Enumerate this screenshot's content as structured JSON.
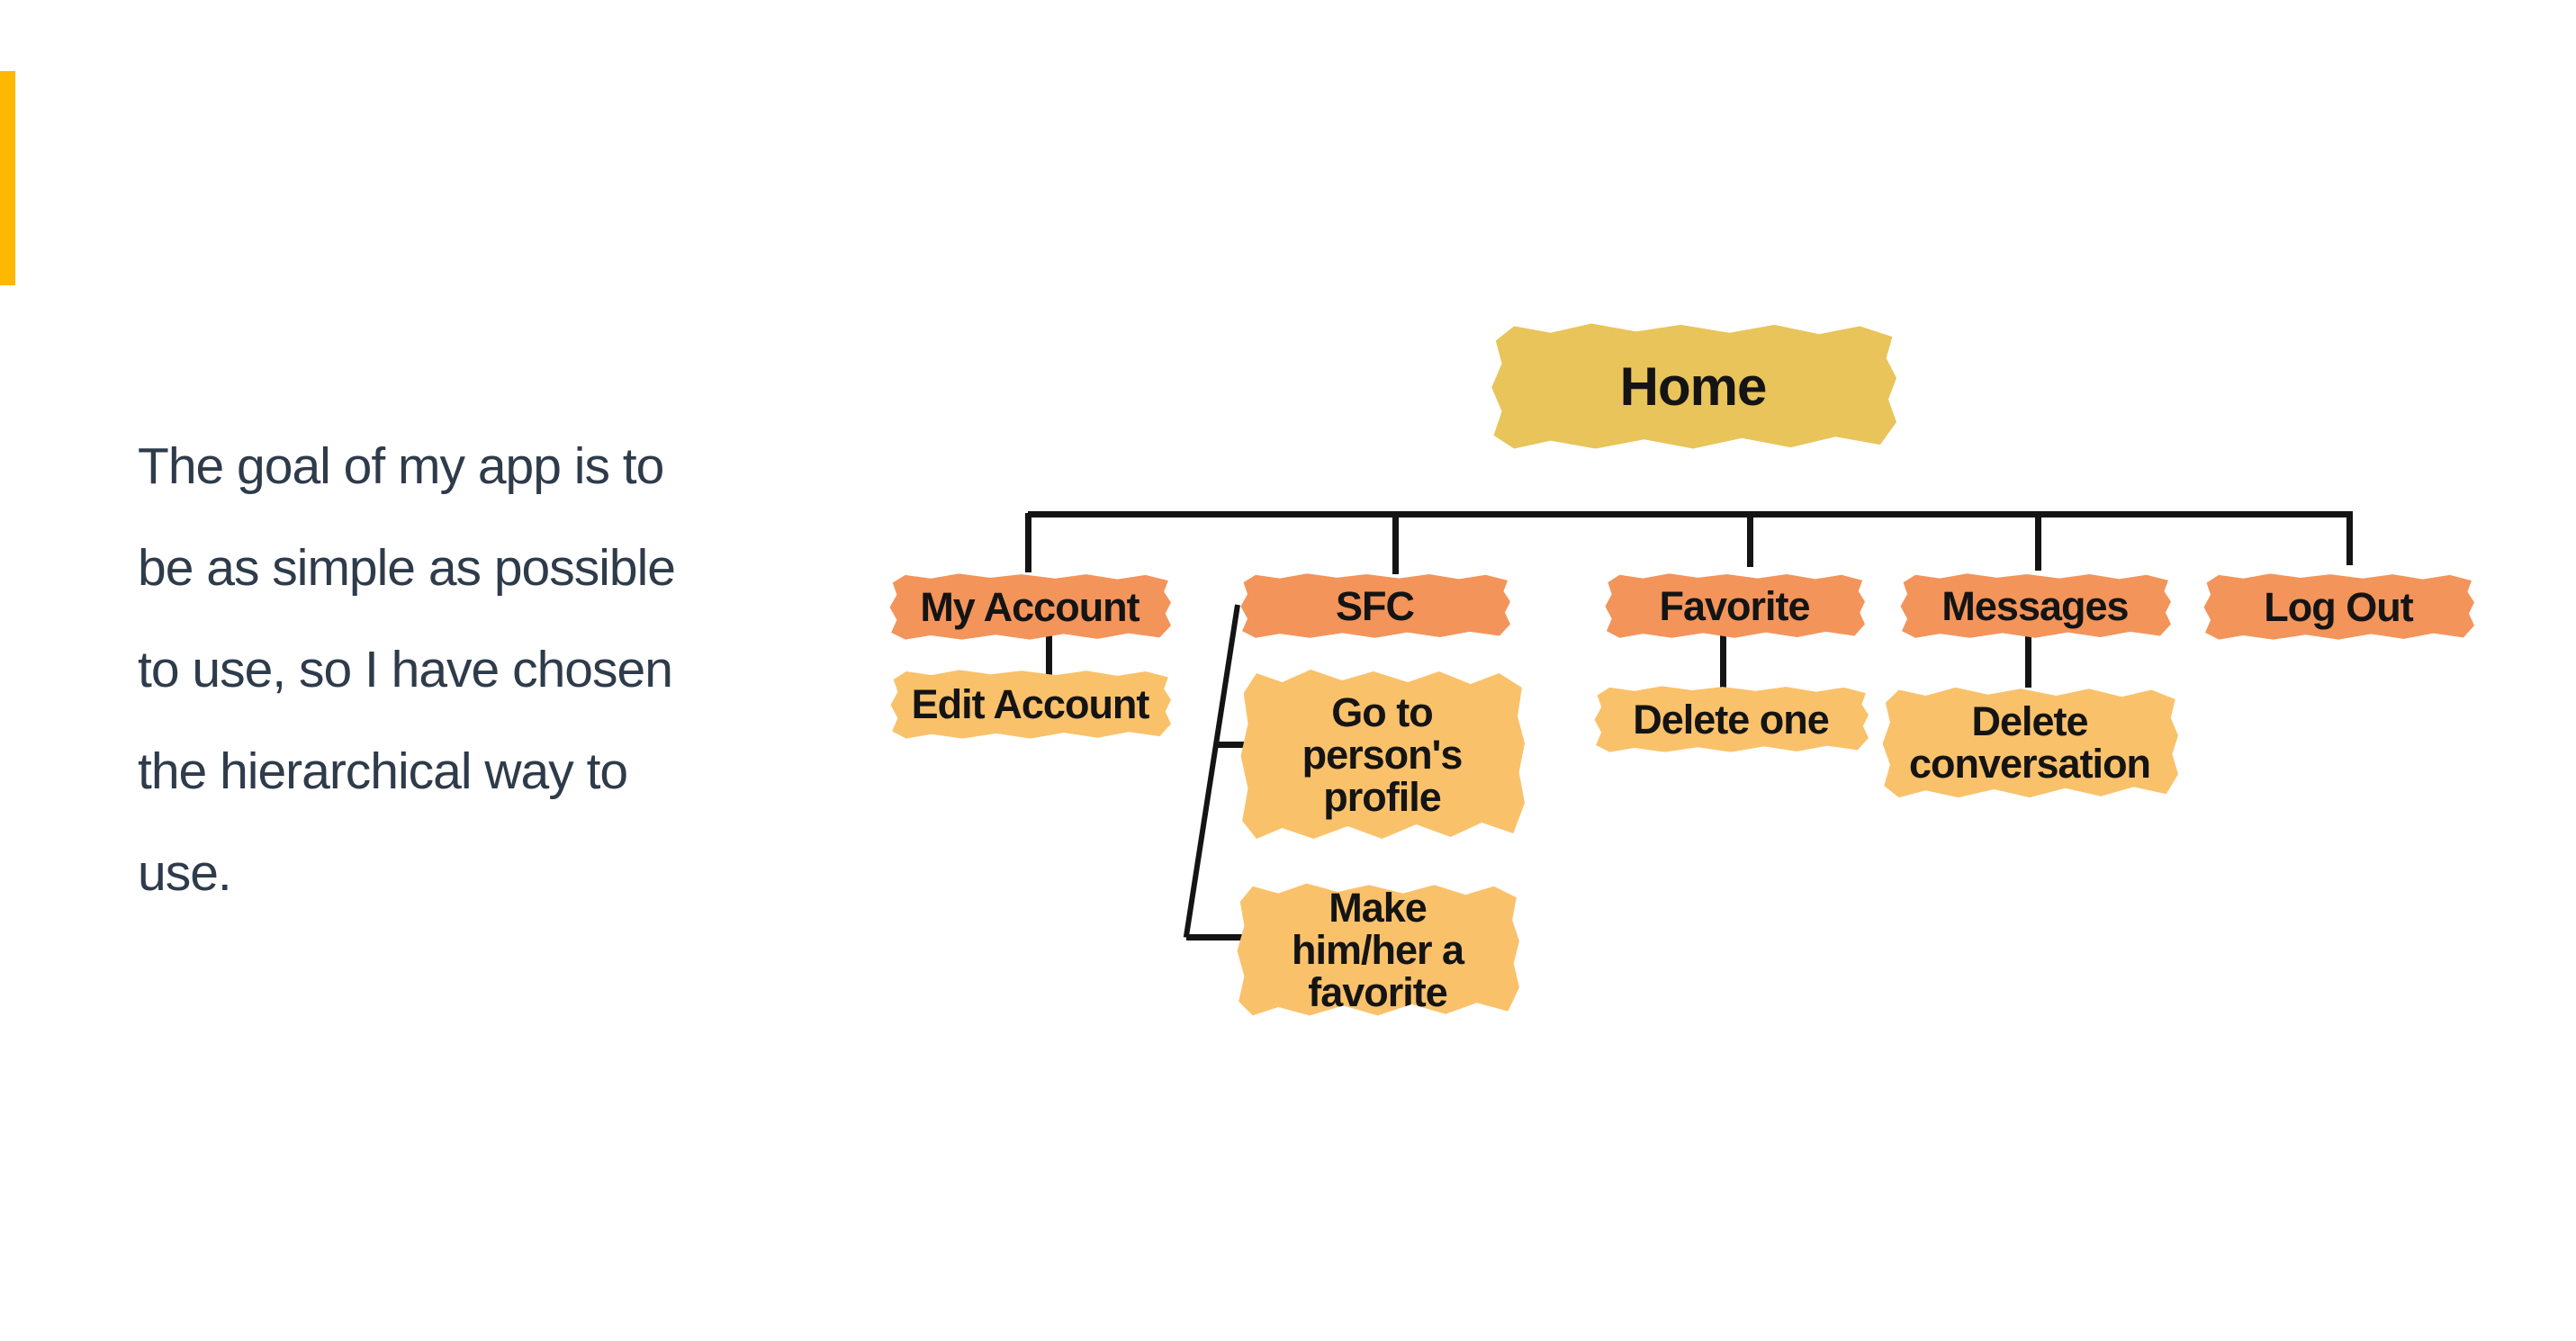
{
  "colors": {
    "accent": "#FDB800",
    "root": "#E8C45A",
    "branch": "#F3945B",
    "leaf": "#FAC16B",
    "line": "#141414",
    "paragraph_text": "#2E3B4A"
  },
  "paragraph": {
    "text": "The goal of my app is to be as simple as possible to use, so I have chosen the hierarchical way to use.",
    "lines": [
      "The goal of my app is to",
      "be as simple as possible",
      "to use, so I have chosen",
      "the hierarchical way to",
      "use."
    ]
  },
  "tree": {
    "root": {
      "label": "Home"
    },
    "branches": [
      {
        "label": "My Account",
        "children": [
          {
            "label": "Edit Account"
          }
        ]
      },
      {
        "label": "SFC",
        "children": [
          {
            "label": "Go to person's profile"
          },
          {
            "label": "Make him/her a favorite"
          }
        ]
      },
      {
        "label": "Favorite",
        "children": [
          {
            "label": "Delete one"
          }
        ]
      },
      {
        "label": "Messages",
        "children": [
          {
            "label": "Delete conversation"
          }
        ]
      },
      {
        "label": "Log Out",
        "children": []
      }
    ]
  }
}
